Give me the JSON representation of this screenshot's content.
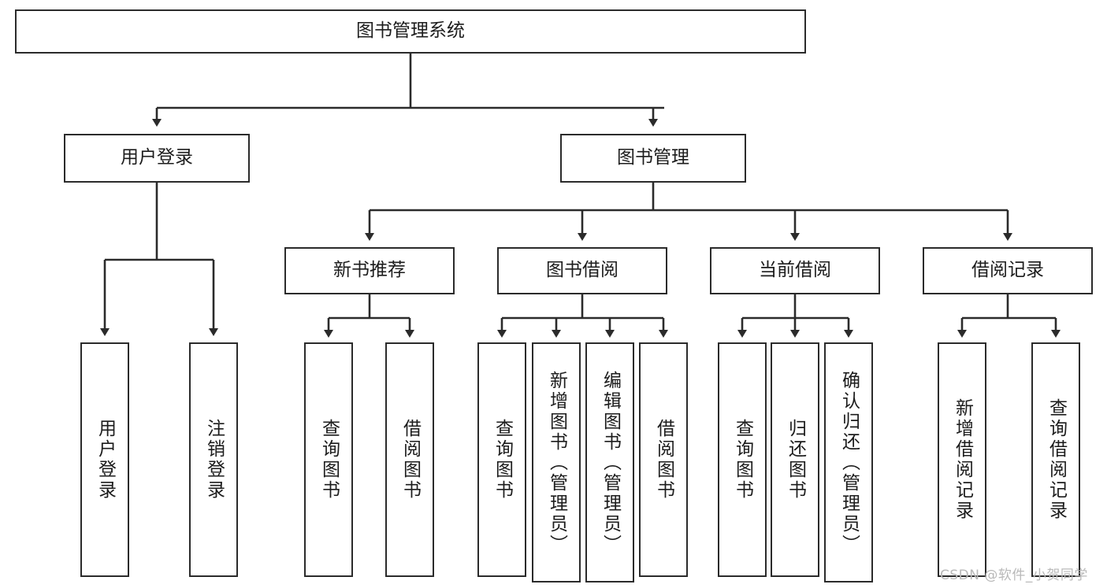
{
  "diagram": {
    "title": "图书管理系统",
    "type": "tree-hierarchy-chart",
    "background_color": "#ffffff",
    "border_color": "#2b2b2b",
    "text_color": "#1c1c1c"
  },
  "root": {
    "label": "图书管理系统"
  },
  "level2": [
    {
      "label": "用户登录"
    },
    {
      "label": "图书管理"
    }
  ],
  "level3": [
    {
      "label": "新书推荐"
    },
    {
      "label": "图书借阅"
    },
    {
      "label": "当前借阅"
    },
    {
      "label": "借阅记录"
    }
  ],
  "leaves": [
    {
      "label": "用户登录",
      "parent": "用户登录"
    },
    {
      "label": "注销登录",
      "parent": "用户登录"
    },
    {
      "label": "查询图书",
      "parent": "新书推荐"
    },
    {
      "label": "借阅图书",
      "parent": "新书推荐"
    },
    {
      "label": "查询图书",
      "parent": "图书借阅"
    },
    {
      "label": "新增图书（管理员）",
      "parent": "图书借阅"
    },
    {
      "label": "编辑图书（管理员）",
      "parent": "图书借阅"
    },
    {
      "label": "借阅图书",
      "parent": "图书借阅"
    },
    {
      "label": "查询图书",
      "parent": "当前借阅"
    },
    {
      "label": "归还图书",
      "parent": "当前借阅"
    },
    {
      "label": "确认归还（管理员）",
      "parent": "当前借阅"
    },
    {
      "label": "新增借阅记录",
      "parent": "借阅记录"
    },
    {
      "label": "查询借阅记录",
      "parent": "借阅记录"
    }
  ],
  "watermark": {
    "text": "CSDN @软件_小贺同学",
    "color": "#b9b9b9"
  }
}
